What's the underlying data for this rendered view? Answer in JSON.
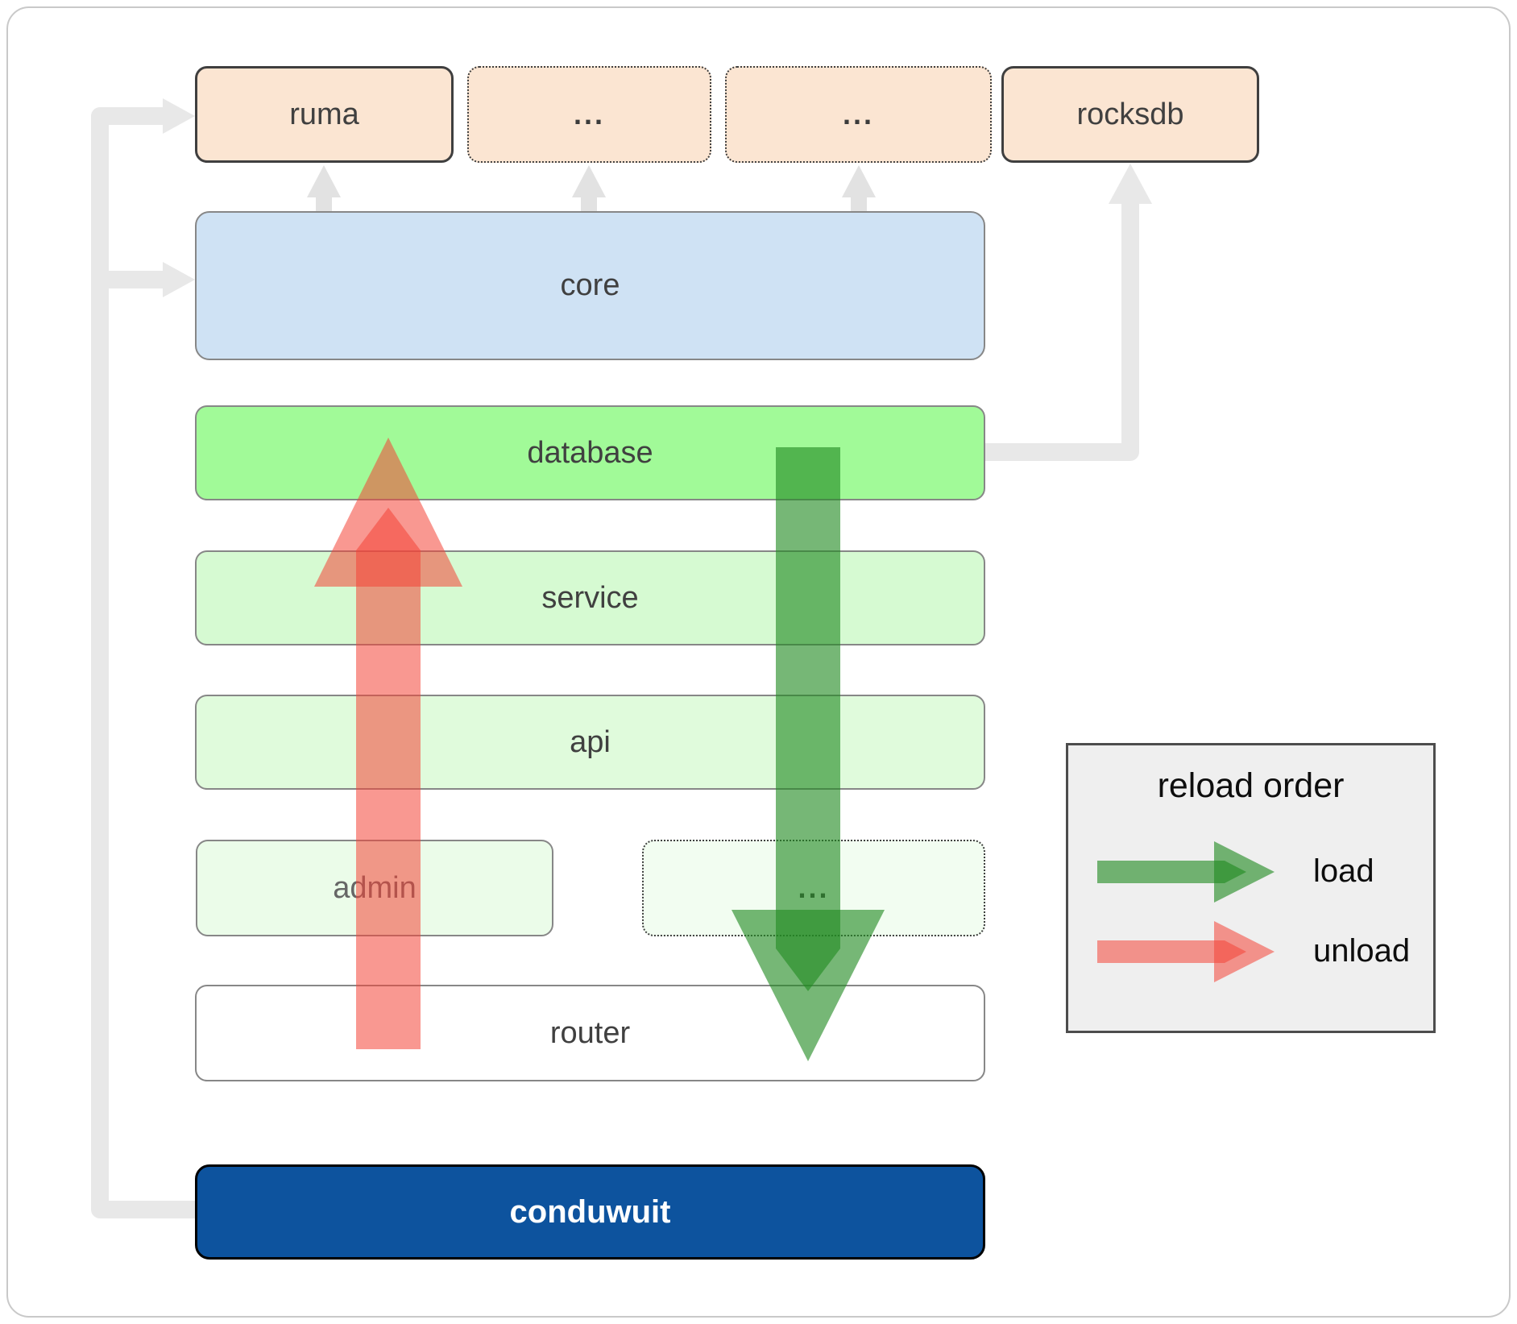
{
  "diagram": {
    "top_row": {
      "ruma": "ruma",
      "dots1": "...",
      "dots2": "...",
      "rocksdb": "rocksdb"
    },
    "layers": {
      "core": "core",
      "database": "database",
      "service": "service",
      "api": "api",
      "admin": "admin",
      "dots3": "...",
      "router": "router",
      "conduwuit": "conduwuit"
    }
  },
  "legend": {
    "title": "reload order",
    "load_label": "load",
    "unload_label": "unload"
  },
  "colors": {
    "peach": "#fbe5d2",
    "core-blue": "#cfe2f4",
    "db-green": "#a1fa98",
    "service-green": "#d6fad2",
    "api-green": "#e0fbdc",
    "admin-green": "#ebfce9",
    "dots3-green": "#f2fdf1",
    "conduwuit-blue": "#0d539e",
    "legend-bg": "#efefef",
    "line-gray": "#e8e8e8",
    "arrow-gray": "#e2e2e2",
    "arrow-green": "#228b22",
    "arrow-red": "#f44336",
    "border-gray": "#878787",
    "border-dark": "#3f3f3f",
    "text-dark": "#404040",
    "text-admin": "#666666"
  }
}
